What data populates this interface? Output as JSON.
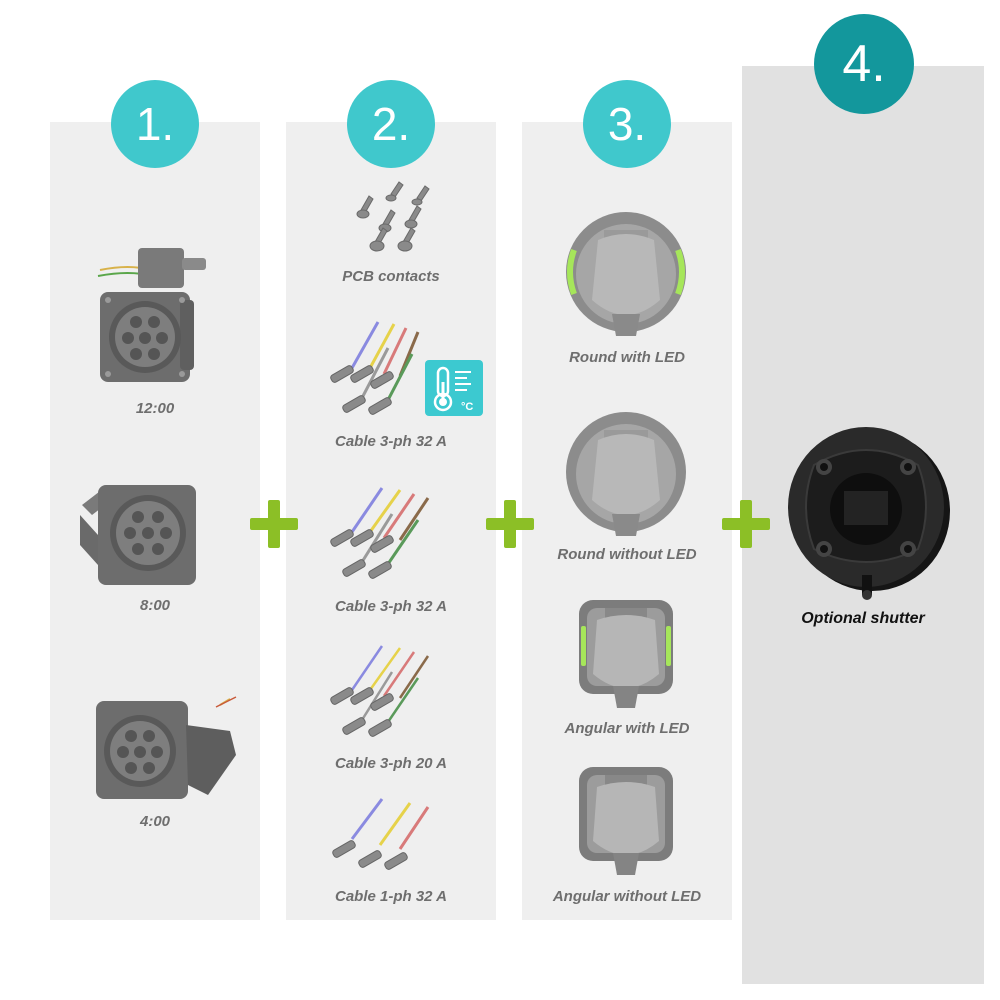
{
  "colors": {
    "step_teal": "#40c8cc",
    "step_dark_teal": "#13979c",
    "plus_green": "#8cbf26",
    "led_green": "#a6e65a",
    "thermo_teal": "#3cc9d0"
  },
  "steps": [
    {
      "number": "1."
    },
    {
      "number": "2."
    },
    {
      "number": "3."
    },
    {
      "number": "4."
    }
  ],
  "column1": {
    "items": [
      {
        "label": "12:00",
        "icon": "charging-socket-12-icon"
      },
      {
        "label": "8:00",
        "icon": "charging-socket-8-icon"
      },
      {
        "label": "4:00",
        "icon": "charging-socket-4-icon"
      }
    ]
  },
  "column2": {
    "items": [
      {
        "label": "PCB contacts",
        "icon": "pcb-contacts-icon"
      },
      {
        "label": "Cable 3-ph 32 A",
        "icon": "cable-contacts-icon",
        "badge": "thermometer-icon"
      },
      {
        "label": "Cable 3-ph 32 A",
        "icon": "cable-contacts-icon"
      },
      {
        "label": "Cable 3-ph 20 A",
        "icon": "cable-contacts-icon"
      },
      {
        "label": "Cable 1-ph 32 A",
        "icon": "cable-contacts-icon"
      }
    ],
    "thermo_unit": "°C"
  },
  "column3": {
    "items": [
      {
        "label": "Round with LED",
        "icon": "round-cover-led-icon"
      },
      {
        "label": "Round without LED",
        "icon": "round-cover-icon"
      },
      {
        "label": "Angular with LED",
        "icon": "angular-cover-led-icon"
      },
      {
        "label": "Angular without LED",
        "icon": "angular-cover-icon"
      }
    ]
  },
  "column4": {
    "items": [
      {
        "label": "Optional shutter",
        "icon": "shutter-icon"
      }
    ]
  }
}
